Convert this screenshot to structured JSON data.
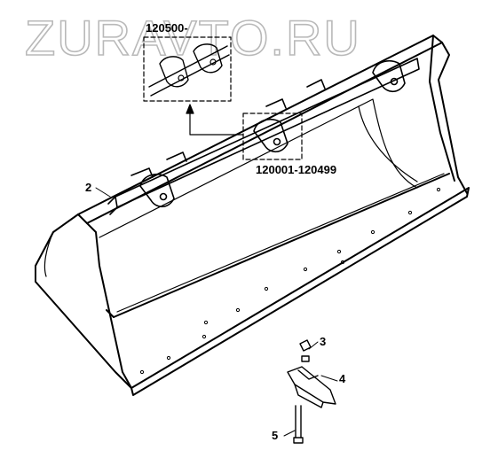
{
  "watermark": {
    "text": "ZURAVTO.RU"
  },
  "corner_mark": "",
  "labels": {
    "detail_serial_new": "120500-",
    "detail_serial_old": "120001-120499",
    "callouts": [
      "2",
      "3",
      "4",
      "5"
    ]
  },
  "parts": [
    {
      "id": "bucket",
      "callout": "2"
    },
    {
      "id": "nut",
      "callout": "3"
    },
    {
      "id": "tooth",
      "callout": "4"
    },
    {
      "id": "bolt",
      "callout": "5"
    }
  ]
}
